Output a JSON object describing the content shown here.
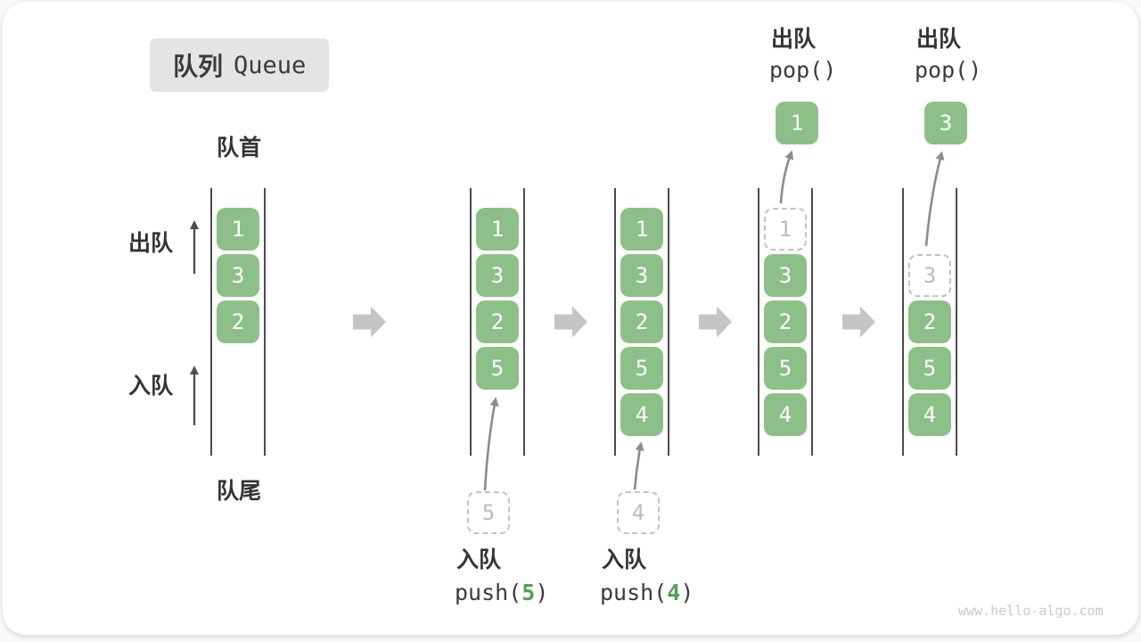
{
  "title": {
    "zh": "队列",
    "en": "Queue"
  },
  "side_labels": {
    "front": "队首",
    "rear": "队尾",
    "dequeue": "出队",
    "enqueue": "入队"
  },
  "columns": {
    "c1": {
      "boxes": [
        "1",
        "3",
        "2"
      ]
    },
    "c2": {
      "boxes": [
        "1",
        "3",
        "2",
        "5"
      ],
      "pending": "5",
      "op": {
        "label": "入队",
        "fn": "push(",
        "arg": "5",
        "close": ")"
      }
    },
    "c3": {
      "boxes": [
        "1",
        "3",
        "2",
        "5",
        "4"
      ],
      "pending": "4",
      "op": {
        "label": "入队",
        "fn": "push(",
        "arg": "4",
        "close": ")"
      }
    },
    "c4": {
      "ghost": "1",
      "boxes": [
        "3",
        "2",
        "5",
        "4"
      ],
      "popped": "1",
      "op": {
        "label": "出队",
        "fn": "pop()"
      }
    },
    "c5": {
      "ghost": "3",
      "boxes": [
        "2",
        "5",
        "4"
      ],
      "popped": "3",
      "op": {
        "label": "出队",
        "fn": "pop()"
      }
    }
  },
  "watermark": "www.hello-algo.com",
  "colors": {
    "green": "#8dbf89",
    "green_text": "#51a14f",
    "title_bg": "#e4e4e4",
    "text_dark": "#3b3b3b",
    "ghost": "#c2c2c2",
    "arrow_block": "#c5c5c5",
    "arrow_thin": "#8c8c8c",
    "arrow_dark": "#4f4f4f"
  }
}
